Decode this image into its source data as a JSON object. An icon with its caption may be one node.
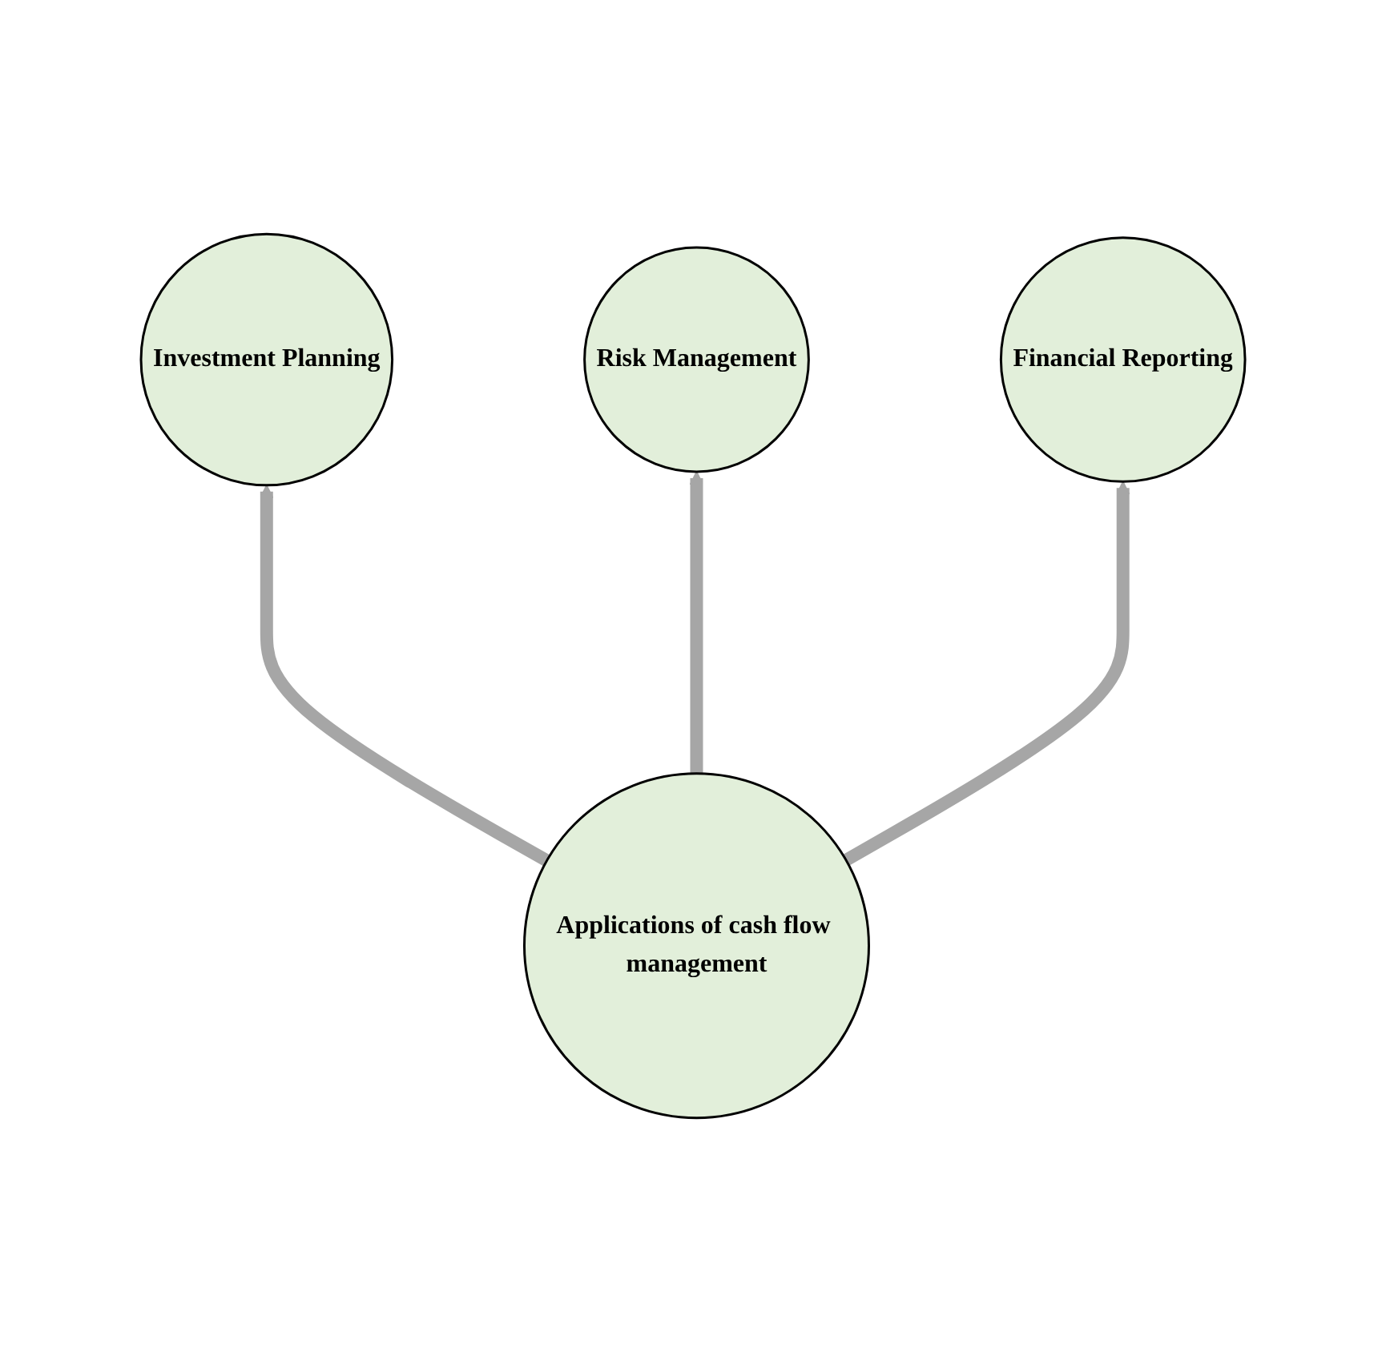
{
  "diagram": {
    "nodes": [
      {
        "text": [
          "Investment Planning"
        ]
      },
      {
        "text": [
          "Applications of cash flow management"
        ]
      },
      {
        "text": [
          "Risk Management"
        ]
      },
      {
        "text": [
          "Financial Reporting"
        ]
      }
    ],
    "edges": [
      {
        "from": 1,
        "to": 0,
        "arrow": "to"
      },
      {
        "from": 1,
        "to": 2,
        "arrow": "to"
      },
      {
        "from": 1,
        "to": 3,
        "arrow": "to"
      }
    ]
  }
}
